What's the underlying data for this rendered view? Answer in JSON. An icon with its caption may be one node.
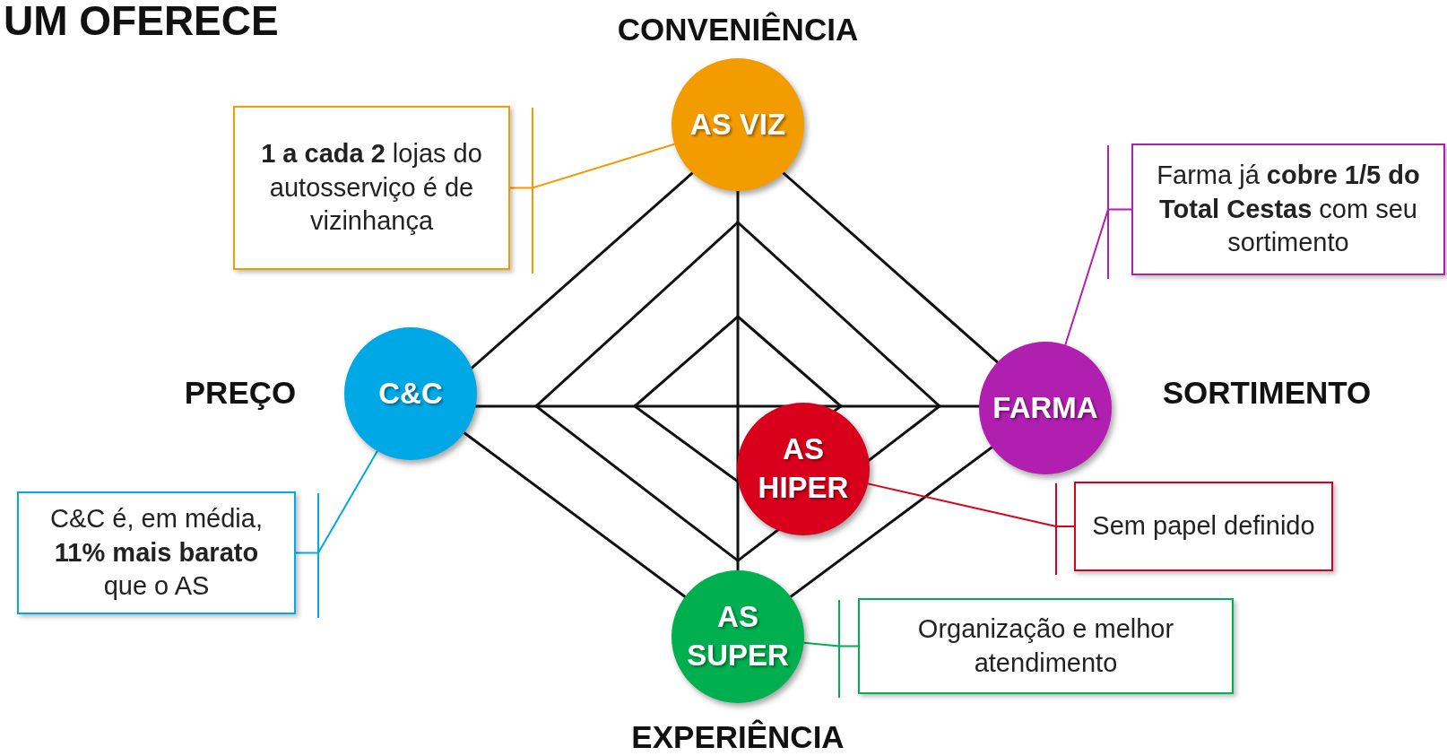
{
  "diagram": {
    "title": "UM OFERECE",
    "nodes": [
      {
        "text": [
          "AS VIZ"
        ]
      },
      {
        "text": [
          "**1 a cada 2** lojas do autosserviço é de vizinhança"
        ]
      },
      {
        "text": [
          "Farma já **cobre 1/5 do Total Cestas** com seu sortimento"
        ]
      },
      {
        "text": [
          "C&C"
        ]
      },
      {
        "text": [
          "FARMA"
        ]
      },
      {
        "text": [
          "AS HIPER"
        ]
      },
      {
        "text": [
          "Sem papel definido"
        ]
      },
      {
        "text": [
          "C&C é, em média, **11% mais barato** que o AS"
        ]
      },
      {
        "text": [
          "AS SUPER"
        ]
      },
      {
        "text": [
          "Organização e melhor atendimento"
        ]
      }
    ],
    "edges": [
      {
        "from": 1,
        "to": 0,
        "arrow": "none",
        "color": "#f39c00"
      },
      {
        "from": 2,
        "to": 4,
        "arrow": "none",
        "color": "#b01fb0"
      },
      {
        "from": 7,
        "to": 3,
        "arrow": "none",
        "color": "#00a9e6"
      },
      {
        "from": 6,
        "to": 5,
        "arrow": "none",
        "color": "#d9001b"
      },
      {
        "from": 9,
        "to": 8,
        "arrow": "none",
        "color": "#00b050"
      }
    ],
    "labels": [
      "CONVENIÊNCIA",
      "PREÇO",
      "SORTIMENTO",
      "EXPERIÊNCIA"
    ]
  }
}
